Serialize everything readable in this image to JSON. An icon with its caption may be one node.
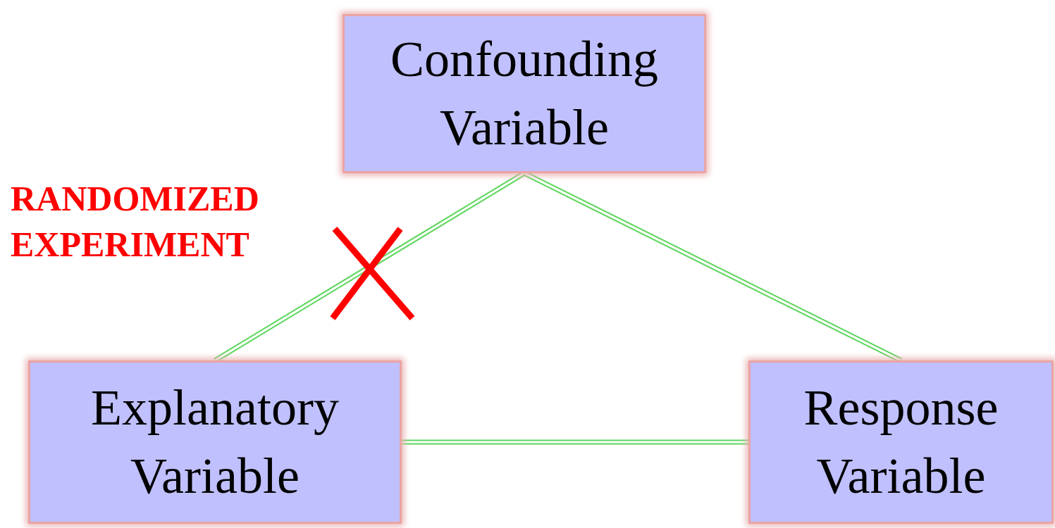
{
  "diagram": {
    "nodes": [
      {
        "text": [
          "Confounding Variable"
        ]
      },
      {
        "text": [
          "Explanatory Variable"
        ]
      },
      {
        "text": [
          "Response Variable"
        ]
      }
    ],
    "edges": [
      {
        "from": 0,
        "to": 1,
        "arrow": "none"
      },
      {
        "from": 0,
        "to": 2,
        "arrow": "none"
      },
      {
        "from": 1,
        "to": 2,
        "arrow": "none"
      }
    ],
    "labels": [
      "RANDOMIZED EXPERIMENT"
    ]
  }
}
